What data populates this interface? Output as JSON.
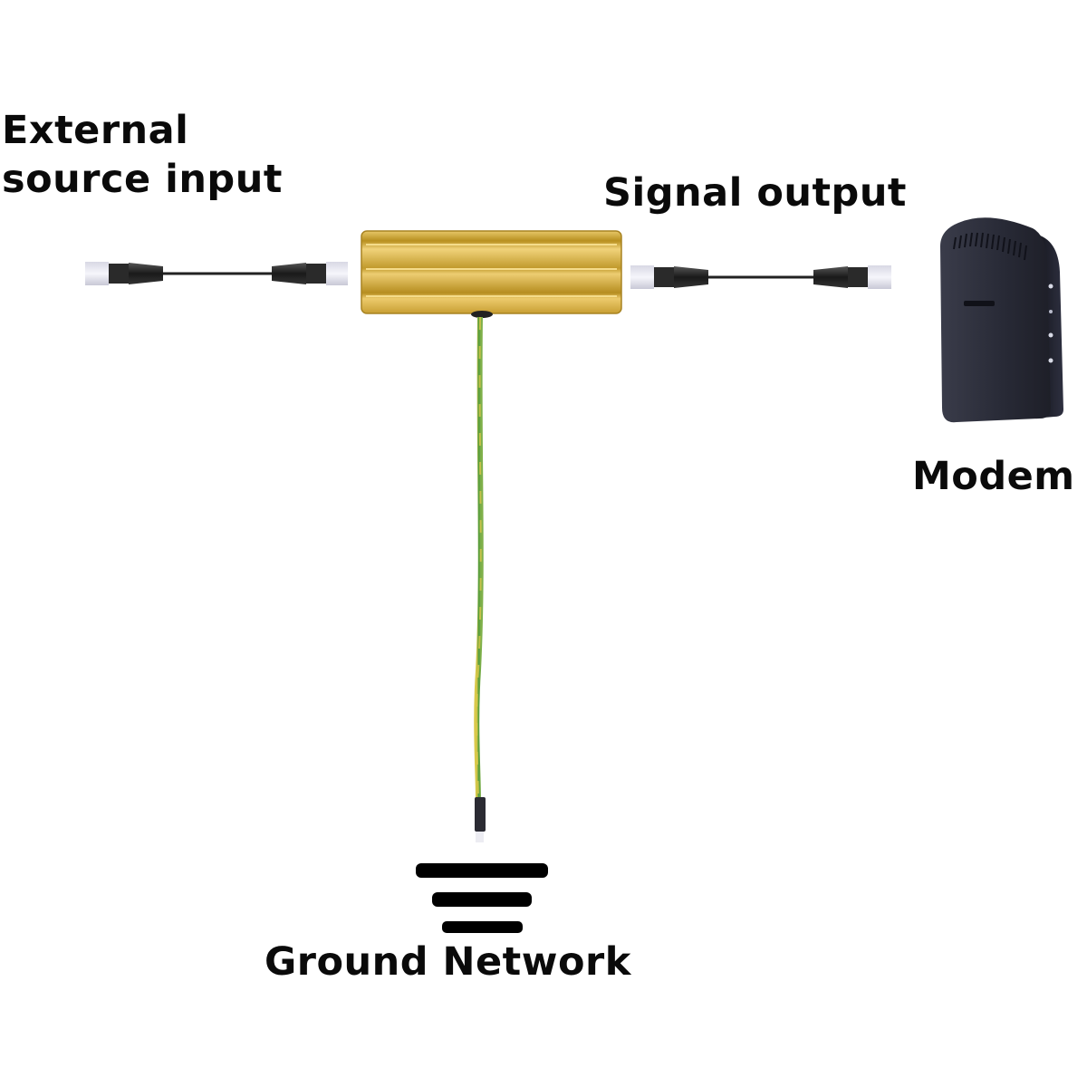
{
  "diagram": {
    "title": "Ethernet surge protector connection diagram",
    "labels": {
      "input": "External source input",
      "input_line1": "External",
      "input_line2": "source input",
      "output": "Signal output",
      "modem": "Modem",
      "ground": "Ground Network"
    },
    "components": [
      {
        "id": "input-cable",
        "type": "RJ45 ethernet cable",
        "role": "External source input"
      },
      {
        "id": "surge-protector",
        "type": "gold aluminium surge protector box"
      },
      {
        "id": "output-cable",
        "type": "RJ45 ethernet cable",
        "role": "Signal output"
      },
      {
        "id": "modem",
        "type": "modem",
        "indicator_leds": 4
      },
      {
        "id": "ground-wire",
        "type": "yellow-green ground wire",
        "role": "Ground Network"
      },
      {
        "id": "ground-symbol",
        "type": "earth ground symbol",
        "bars": 3
      }
    ],
    "colors": {
      "protector_gold": "#c9a23a",
      "ground_wire_green": "#4f9a3c",
      "ground_wire_yellow": "#d9c84a",
      "modem_body": "#2b2d38",
      "text": "#0a0a0a"
    }
  }
}
